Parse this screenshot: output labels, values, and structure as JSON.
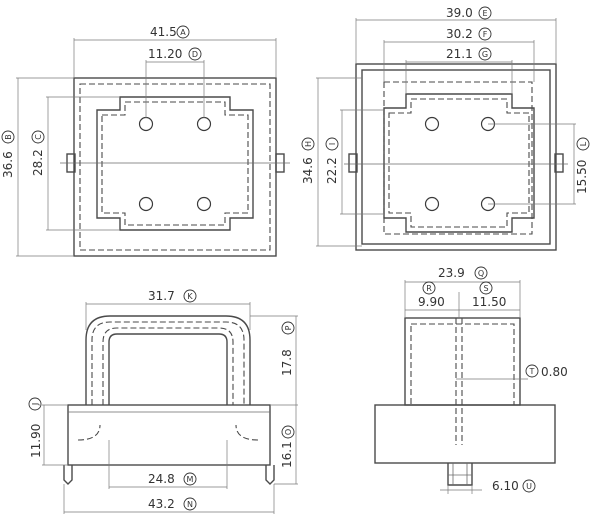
{
  "dimensions": {
    "A": {
      "value": "41.5",
      "letter": "A"
    },
    "D": {
      "value": "11.20",
      "letter": "D"
    },
    "B": {
      "value": "36.6",
      "letter": "B"
    },
    "C": {
      "value": "28.2",
      "letter": "C"
    },
    "E": {
      "value": "39.0",
      "letter": "E"
    },
    "F": {
      "value": "30.2",
      "letter": "F"
    },
    "G": {
      "value": "21.1",
      "letter": "G"
    },
    "H": {
      "value": "34.6",
      "letter": "H"
    },
    "I": {
      "value": "22.2",
      "letter": "I"
    },
    "L": {
      "value": "15.50",
      "letter": "L"
    },
    "K": {
      "value": "31.7",
      "letter": "K"
    },
    "P": {
      "value": "17.8",
      "letter": "P"
    },
    "J": {
      "value": "11.90",
      "letter": "J"
    },
    "O": {
      "value": "16.1",
      "letter": "O"
    },
    "M": {
      "value": "24.8",
      "letter": "M"
    },
    "N": {
      "value": "43.2",
      "letter": "N"
    },
    "Q": {
      "value": "23.9",
      "letter": "Q"
    },
    "R": {
      "value": "9.90",
      "letter": "R"
    },
    "S": {
      "value": "11.50",
      "letter": "S"
    },
    "T": {
      "value": "0.80",
      "letter": "T"
    },
    "U": {
      "value": "6.10",
      "letter": "U"
    }
  }
}
